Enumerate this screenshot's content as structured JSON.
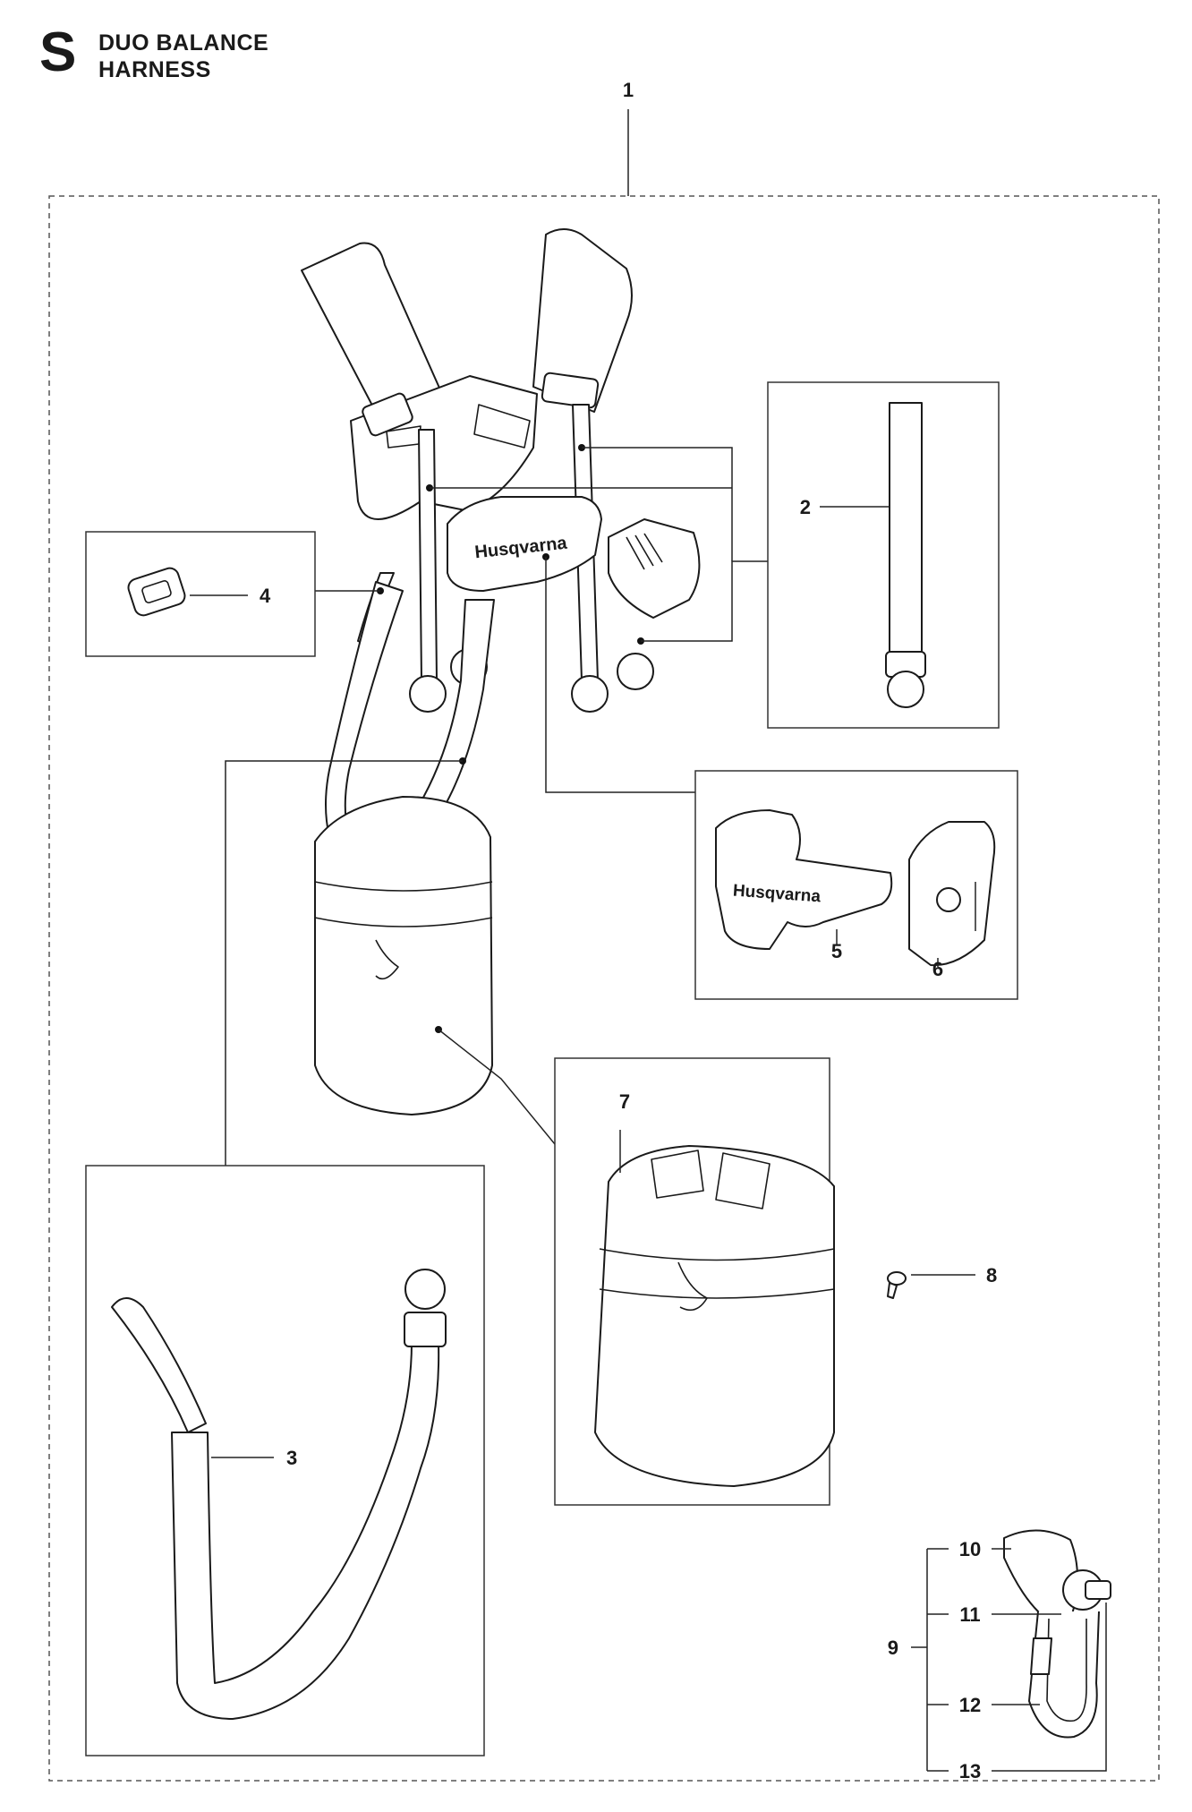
{
  "header": {
    "section_letter": "S",
    "title_line1": "DUO BALANCE",
    "title_line2": "HARNESS"
  },
  "callouts": {
    "c1": "1",
    "c2": "2",
    "c3": "3",
    "c4": "4",
    "c5": "5",
    "c6": "6",
    "c7": "7",
    "c8": "8",
    "c9": "9",
    "c10": "10",
    "c11": "11",
    "c12": "12",
    "c13": "13"
  },
  "brand": {
    "logo_text_main": "Husqvarna",
    "logo_text_detail": "Husqvarna"
  }
}
